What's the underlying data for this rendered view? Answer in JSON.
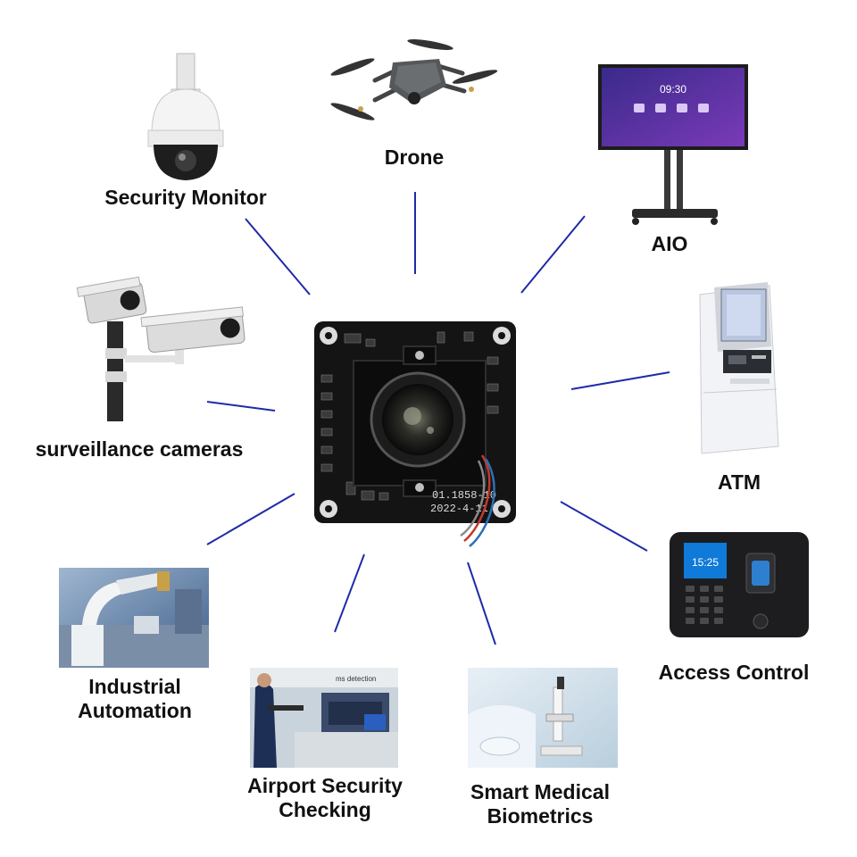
{
  "colors": {
    "connector": "#1f2aa8",
    "board": "#141414",
    "label": "#111111"
  },
  "center": {
    "board_text_line1": "01.1858-10",
    "board_text_line2": "2022-4-11"
  },
  "nodes": [
    {
      "id": "security-monitor",
      "icon": "dome-camera-icon",
      "label": [
        "Security Monitor"
      ]
    },
    {
      "id": "drone",
      "icon": "drone-icon",
      "label": [
        "Drone"
      ]
    },
    {
      "id": "aio",
      "icon": "interactive-display-icon",
      "label": [
        "AIO"
      ]
    },
    {
      "id": "atm",
      "icon": "atm-icon",
      "label": [
        "ATM"
      ]
    },
    {
      "id": "access-control",
      "icon": "fingerprint-terminal-icon",
      "label": [
        "Access Control"
      ],
      "screen_time": "15:25"
    },
    {
      "id": "smart-medical",
      "icon": "microscope-icon",
      "label": [
        "Smart Medical",
        "Biometrics"
      ]
    },
    {
      "id": "airport-security",
      "icon": "xray-scanner-icon",
      "label": [
        "Airport Security",
        "Checking"
      ],
      "sign_text": "ms detection"
    },
    {
      "id": "industrial-automation",
      "icon": "robot-arm-icon",
      "label": [
        "Industrial",
        "Automation"
      ]
    },
    {
      "id": "surveillance-cameras",
      "icon": "bullet-camera-icon",
      "label": [
        "surveillance cameras"
      ]
    }
  ],
  "aio_screen_time": "09:30"
}
